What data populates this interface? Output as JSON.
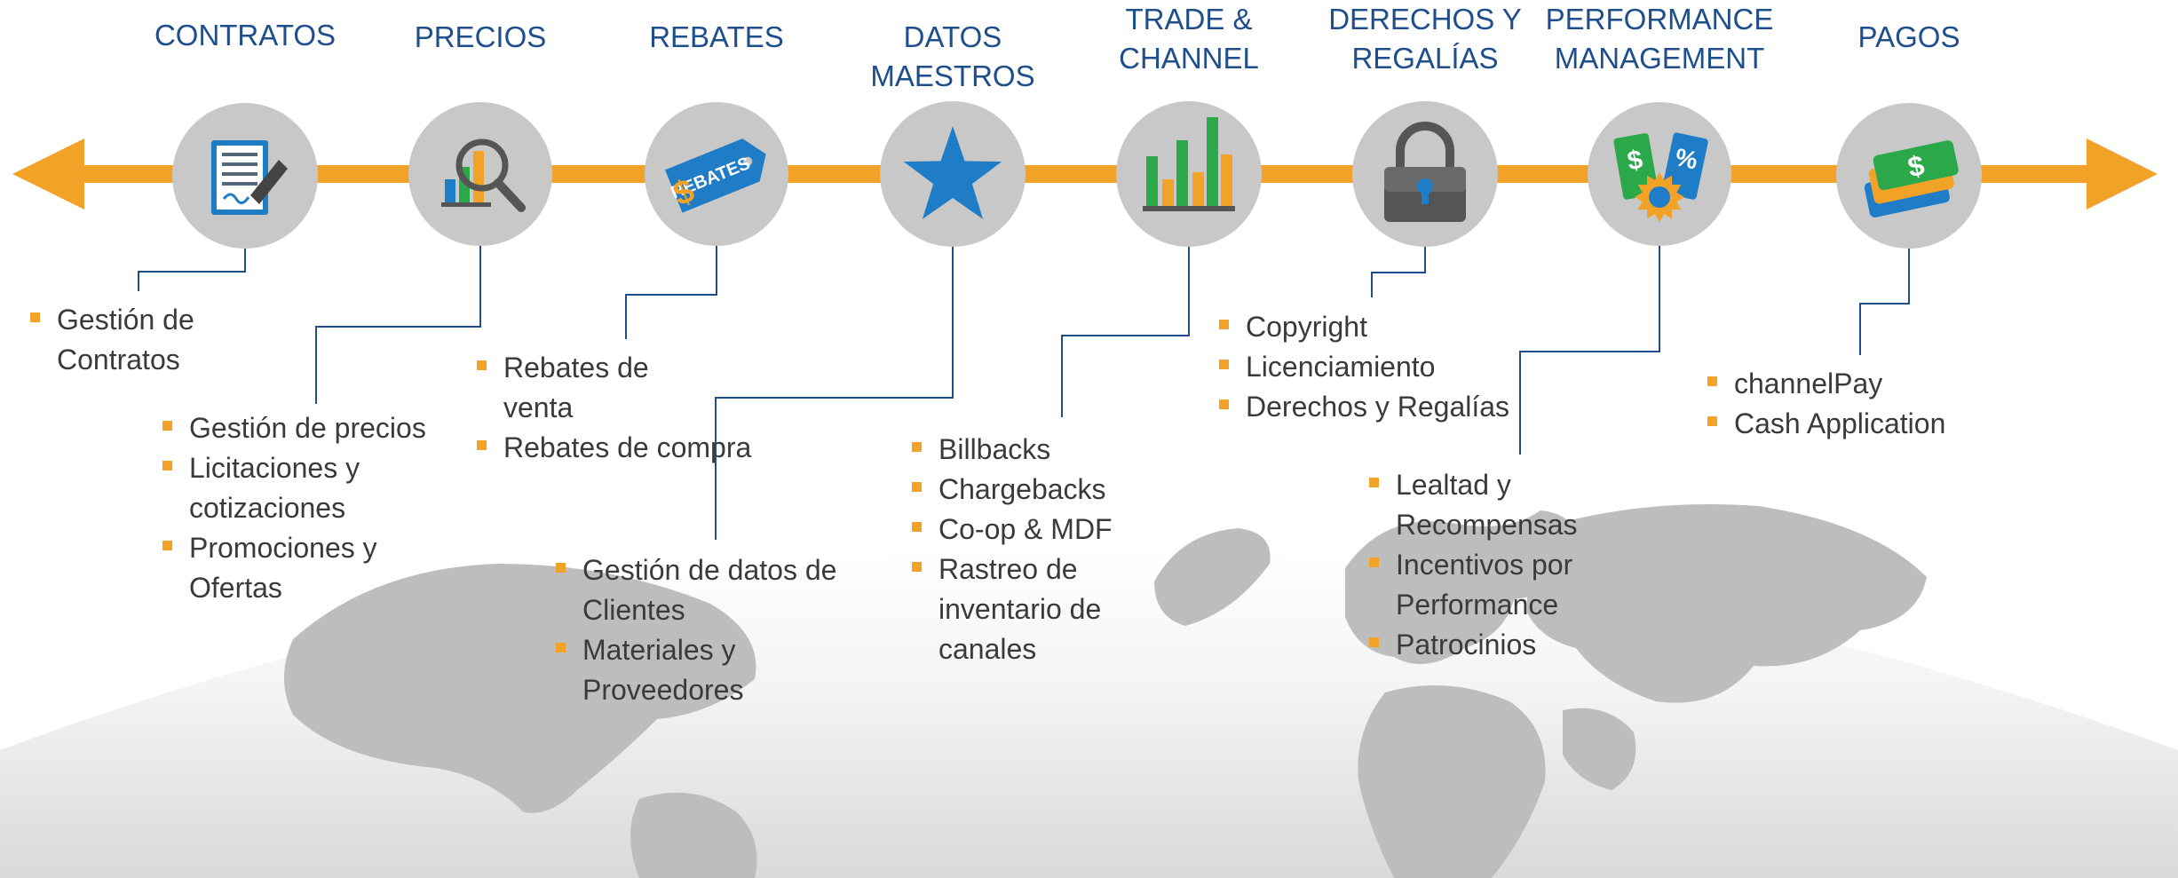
{
  "colors": {
    "title": "#1f4e8c",
    "arrow": "#f2a227",
    "circle": "#c8c8c8",
    "connector": "#1f4e8c",
    "bullet": "#f2a227",
    "text": "#3a3a3a"
  },
  "stages": [
    {
      "id": "contratos",
      "title": "CONTRATOS",
      "icon": "contract-document-icon",
      "items": [
        "Gestión de\nContratos"
      ]
    },
    {
      "id": "precios",
      "title": "PRECIOS",
      "icon": "chart-magnifier-icon",
      "items": [
        "Gestión de precios",
        "Licitaciones y\ncotizaciones",
        "Promociones y\nOfertas"
      ]
    },
    {
      "id": "rebates",
      "title": "REBATES",
      "icon": "rebates-tag-icon",
      "icon_label": "REBATES",
      "items": [
        "Rebates de\nventa",
        "Rebates de compra"
      ]
    },
    {
      "id": "datos-maestros",
      "title": "DATOS\nMAESTROS",
      "icon": "star-icon",
      "items": [
        "Gestión de datos de\nClientes",
        "Materiales y\nProveedores"
      ]
    },
    {
      "id": "trade-channel",
      "title": "TRADE &\nCHANNEL",
      "icon": "bar-chart-icon",
      "items": [
        "Billbacks",
        "Chargebacks",
        "Co-op & MDF",
        "Rastreo de\ninventario de\ncanales"
      ]
    },
    {
      "id": "derechos-regalias",
      "title": "DERECHOS Y\nREGALÍAS",
      "icon": "padlock-icon",
      "items": [
        "Copyright",
        "Licenciamiento",
        "Derechos y Regalías"
      ]
    },
    {
      "id": "performance",
      "title": "PERFORMANCE\nMANAGEMENT",
      "icon": "price-tags-badge-icon",
      "icon_labels": [
        "$",
        "%"
      ],
      "items": [
        "Lealtad y\nRecompensas",
        "Incentivos por\nPerformance",
        "Patrocinios"
      ]
    },
    {
      "id": "pagos",
      "title": "PAGOS",
      "icon": "money-stack-icon",
      "icon_label": "$",
      "items": [
        "channelPay",
        "Cash Application"
      ]
    }
  ]
}
